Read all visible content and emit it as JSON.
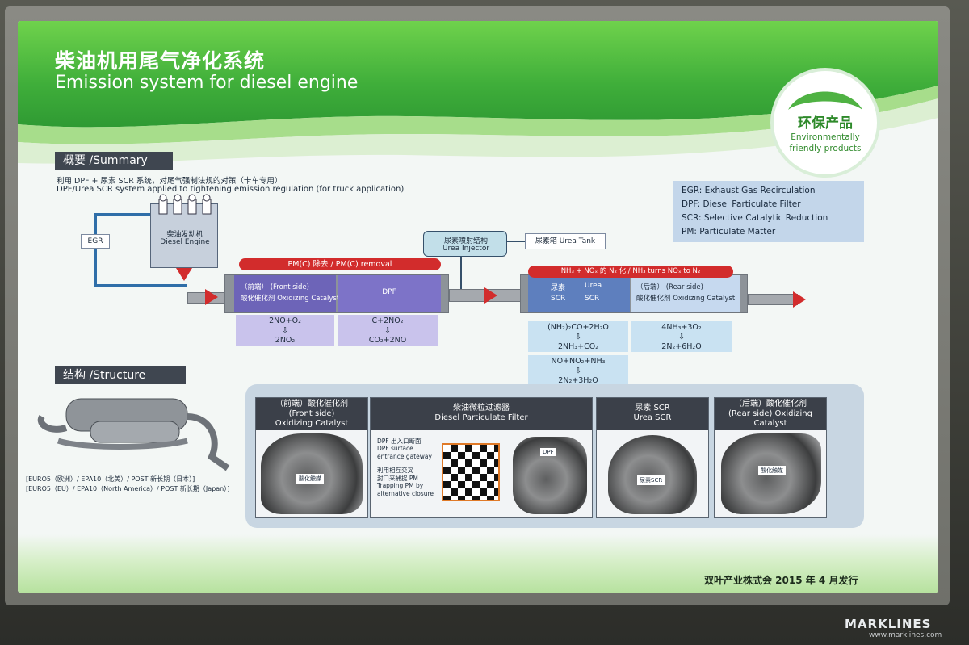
{
  "header": {
    "title_cn": "柴油机用尾气净化系统",
    "title_en": "Emission system for diesel engine",
    "badge_cn": "环保产品",
    "badge_en_line1": "Environmentally",
    "badge_en_line2": "friendly products"
  },
  "summary": {
    "tab_label": "概要 /Summary",
    "line_cn": "利用 DPF + 尿素 SCR 系统，对尾气强制法规的对策（卡车专用）",
    "line_en": "DPF/Urea SCR system applied to tightening emission regulation (for truck application)"
  },
  "legend": [
    {
      "abbr": "EGR",
      "desc": "Exhaust Gas Recirculation"
    },
    {
      "abbr": "DPF",
      "desc": "Diesel Particulate Filter"
    },
    {
      "abbr": "SCR",
      "desc": "Selective Catalytic Reduction"
    },
    {
      "abbr": "PM",
      "desc": "Particulate Matter"
    }
  ],
  "diagram": {
    "egr_label": "EGR",
    "engine_cn": "柴油发动机",
    "engine_en": "Diesel Engine",
    "urea_injector_cn": "尿素喷射结构",
    "urea_injector_en": "Urea Injector",
    "urea_tank": "尿素箱 Urea Tank",
    "pm_bar": "PM(C) 除去 / PM(C) removal",
    "nh3_bar": "NH₃ + NOₓ 的 N₂ 化 / NH₃ turns NOₓ to N₂",
    "front_cat_cn": "（前端）",
    "front_cat_en1": "(Front side)",
    "front_cat_en2": "酸化催化剂 Oxidizing Catalyst",
    "dpf": "DPF",
    "scr_cn1": "尿素",
    "scr_en1": "Urea",
    "scr_cn2": "SCR",
    "scr_en2": "SCR",
    "rear_cat_cn": "（后端）",
    "rear_cat_en1": "(Rear side)",
    "rear_cat_en2": "酸化催化剂 Oxidizing Catalyst",
    "eq1_top": "2NO+O₂",
    "eq1_bot": "2NO₂",
    "eq2_top": "C+2NO₂",
    "eq2_bot": "CO₂+2NO",
    "eq3_top": "(NH₂)₂CO+2H₂O",
    "eq3_bot": "2NH₃+CO₂",
    "eq4_top": "NO+NO₂+NH₃",
    "eq4_bot": "2N₂+3H₂O",
    "eq5_top": "4NH₃+3O₂",
    "eq5_bot": "2N₂+6H₂O",
    "eq_arrow": "⇩"
  },
  "structure": {
    "tab_label": "结构 /Structure",
    "caption_line1": "[EURO5（欧洲）/ EPA10（北美）/ POST 新长期（日本）]",
    "caption_line2": "[EURO5（EU）/ EPA10（North America）/ POST 新长期（Japan）]",
    "cards": [
      {
        "head1": "（前端）酸化催化剂",
        "head2": "(Front side)",
        "head3": "Oxidizing Catalyst",
        "tag": "酸化触媒"
      },
      {
        "head1": "柴油微粒过滤器",
        "head2": "Diesel Particulate Filter",
        "head3": "",
        "tag": "DPF"
      },
      {
        "head1": "尿素 SCR",
        "head2": "Urea SCR",
        "head3": "",
        "tag": "尿素SCR"
      },
      {
        "head1": "（后端）酸化催化剂",
        "head2": "(Rear side) Oxidizing",
        "head3": "Catalyst",
        "tag": "酸化触媒"
      }
    ],
    "dpf_note_cn1": "DPF 出入口断面",
    "dpf_note_en1": "DPF surface",
    "dpf_note_en2": "entrance gateway",
    "dpf_note_cn2": "利用相互交叉",
    "dpf_note_cn3": "封口来捕捉 PM",
    "dpf_note_en3": "Trapping PM by",
    "dpf_note_en4": "alternative closure"
  },
  "footer": {
    "publisher": "双叶产业株式会 2015 年 4 月发行"
  },
  "watermark": {
    "brand": "MARKLINES",
    "url": "www.marklines.com"
  },
  "colors": {
    "brand_green": "#5fc046",
    "accent_red": "#d22c2c",
    "stage_purple": "#6d64b8",
    "stage_blue": "#5e7fbe"
  }
}
